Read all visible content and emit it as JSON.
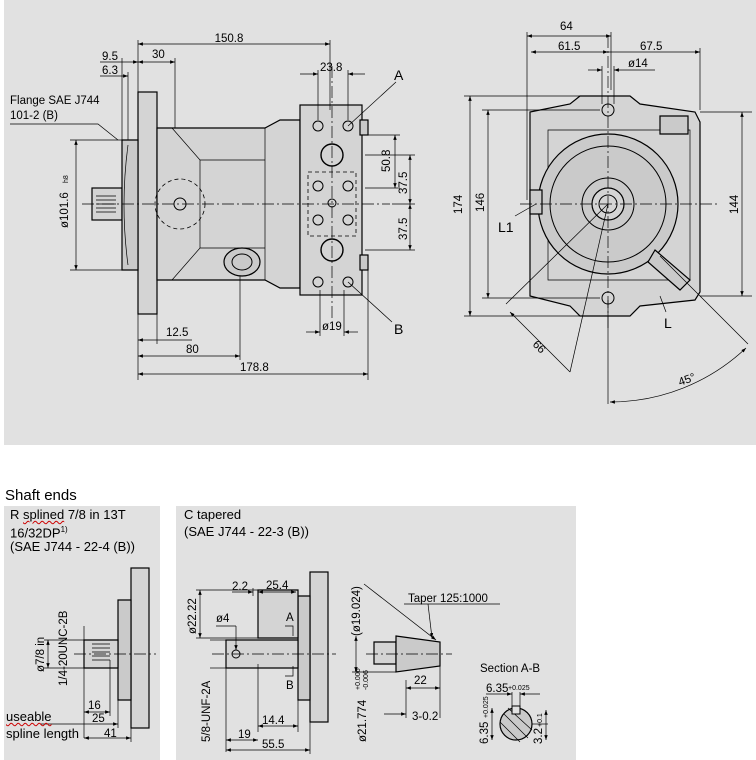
{
  "main_view": {
    "dim_overall_top": "150.8",
    "dim_9_5": "9.5",
    "dim_6_3": "6.3",
    "dim_30": "30",
    "dim_23_8": "23.8",
    "flange_label_line1": "Flange SAE J744",
    "flange_label_line2": "101-2 (B)",
    "dim_pilot_dia": "ø101.6",
    "dim_pilot_tol": "h8",
    "dim_50_8": "50.8",
    "dim_37_5_upper": "37.5",
    "dim_37_5_lower": "37.5",
    "dim_12_5": "12.5",
    "dim_80": "80",
    "dim_178_8": "178.8",
    "dim_dia19": "ø19",
    "port_a": "A",
    "port_b": "B"
  },
  "end_view": {
    "dim_64": "64",
    "dim_61_5": "61.5",
    "dim_67_5": "67.5",
    "dim_dia14": "ø14",
    "dim_174": "174",
    "dim_146": "146",
    "dim_144": "144",
    "dim_66": "66",
    "dim_45": "45°",
    "port_l1": "L1",
    "port_l": "L"
  },
  "shaft_ends": {
    "heading": "Shaft ends",
    "r_splined": {
      "line1_prefix": "R ",
      "line1_word": "splined",
      "line1_suffix": " 7/8 in 13T",
      "line2": "16/32DP",
      "line2_sup": "1)",
      "line3": "(SAE J744 - 22-4 (B))",
      "dim_dia_7_8": "ø7/8 in",
      "dim_thread": "1/4-20UNC-2B",
      "dim_16": "16",
      "dim_25": "25",
      "dim_41": "41",
      "useable_word": "useable",
      "spline_length": "spline length"
    },
    "c_tapered": {
      "title": "C tapered",
      "subtitle": "(SAE J744 - 22-3 (B))",
      "dim_2_2": "2.2",
      "dim_25_4": "25.4",
      "dim_dia22_22": "ø22.22",
      "dim_dia4": "ø4",
      "label_a": "A",
      "label_b": "B",
      "dim_thread": "5/8-UNF-2A",
      "dim_14_4": "14.4",
      "dim_19": "19",
      "dim_55_5": "55.5",
      "dim_dia19_024": "(ø19.024)",
      "taper": "Taper 125:1000",
      "dim_21_774": "ø21.774",
      "dim_21_774_tol1": "+0.006",
      "dim_21_774_tol2": "-0.006",
      "dim_22": "22",
      "dim_3_0_2": "3-0.2",
      "section_ab": "Section A-B",
      "dim_6_35_h": "6.35",
      "dim_6_35_h_tol": "+0.025",
      "dim_6_35_v": "6.35",
      "dim_6_35_v_tol": "+0.025",
      "dim_3_2": "3.2",
      "dim_3_2_tol": "+0.1"
    }
  }
}
